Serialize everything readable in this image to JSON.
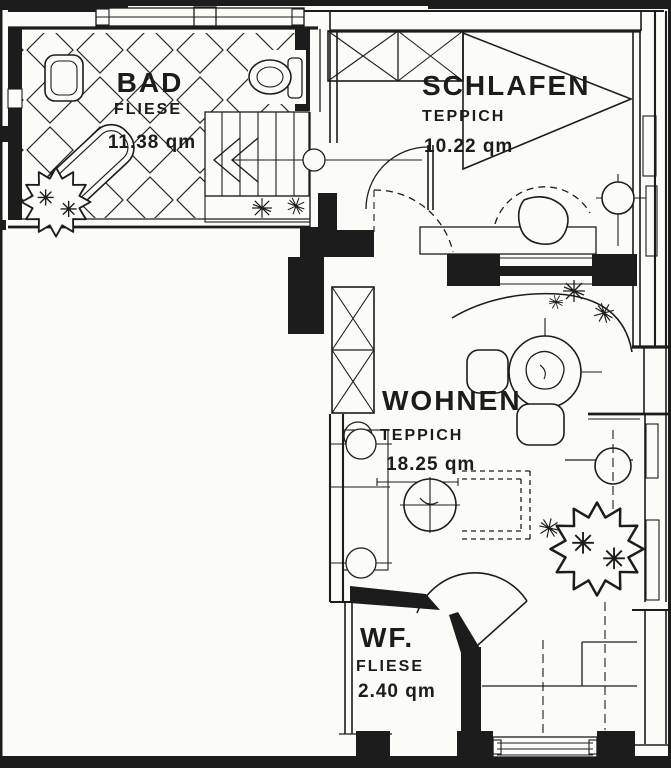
{
  "plan": {
    "rooms": [
      {
        "name": "BAD",
        "floor": "FLIESE",
        "area": "11.38 qm"
      },
      {
        "name": "SCHLAFEN",
        "floor": "TEPPICH",
        "area": "10.22 qm"
      },
      {
        "name": "WOHNEN",
        "floor": "TEPPICH",
        "area": "18.25 qm"
      },
      {
        "name": "WF.",
        "floor": "FLIESE",
        "area": "2.40 qm"
      }
    ],
    "colors": {
      "ink": "#1c1c1c",
      "paper": "#fbfbf8"
    }
  }
}
